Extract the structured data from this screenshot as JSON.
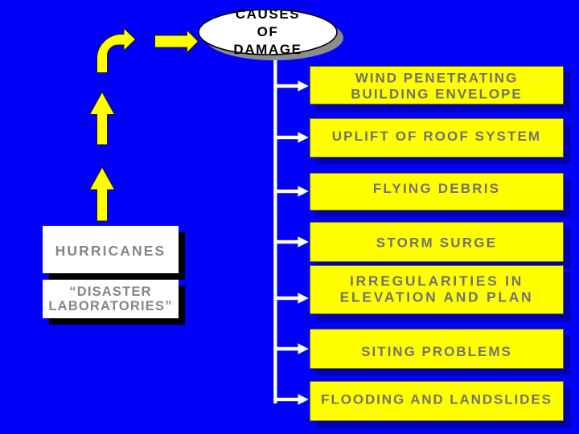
{
  "slide": {
    "title": "Causes of Damage diagram",
    "background_color": "#0101FB",
    "ellipse": {
      "lines": [
        "CAUSES",
        "OF",
        "DAMAGE"
      ],
      "fill": "#FFFFFF",
      "border_color": "#000000",
      "shadow_color": "#8C8C8C",
      "text_color": "#000000"
    },
    "left_boxes": [
      {
        "name": "hurricanes",
        "lines": [
          "HURRICANES"
        ],
        "fill": "#FFFFFF",
        "text_color": "#858585",
        "shadow_color": "#000000"
      },
      {
        "name": "disaster-laboratories",
        "lines": [
          "“DISASTER",
          "LABORATORIES”"
        ],
        "fill": "#FFFFFF",
        "text_color": "#858585",
        "shadow_color": "#000000"
      }
    ],
    "causes": [
      {
        "lines": [
          "WIND PENETRATING",
          "BUILDING ENVELOPE"
        ]
      },
      {
        "lines": [
          "UPLIFT OF ROOF SYSTEM"
        ]
      },
      {
        "lines": [
          "FLYING DEBRIS"
        ]
      },
      {
        "lines": [
          "STORM SURGE"
        ]
      },
      {
        "lines": [
          "IRREGULARITIES IN",
          "ELEVATION AND PLAN"
        ]
      },
      {
        "lines": [
          "SITING PROBLEMS"
        ]
      },
      {
        "lines": [
          "FLOODING AND LANDSLIDES"
        ]
      }
    ],
    "cause_box_style": {
      "fill": "#FFFF00",
      "text_color": "#717171"
    },
    "arrow_color": "#FFFF00",
    "connector_color": "#FFFFFF"
  }
}
